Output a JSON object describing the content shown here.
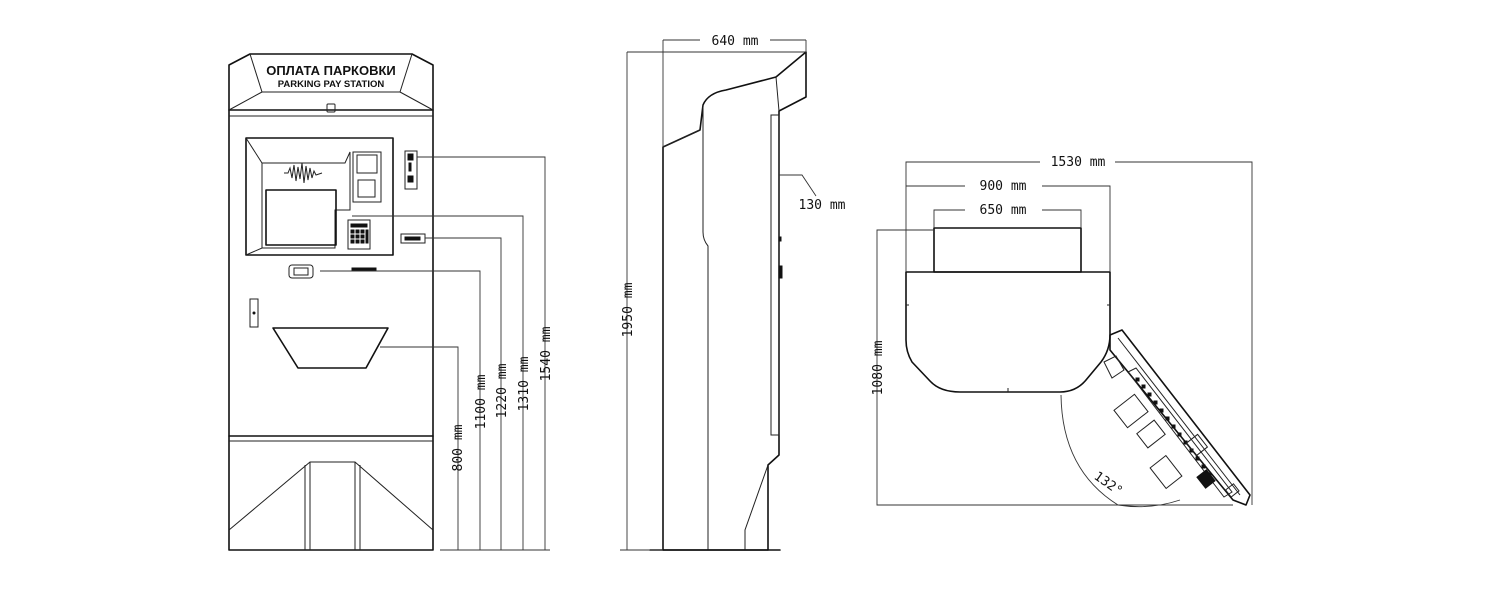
{
  "front_view": {
    "sign_title_ru": "ОПЛАТА ПАРКОВКИ",
    "sign_title_en": "PARKING PAY STATION",
    "dimensions": {
      "h_800": "800 mm",
      "h_1100": "1100 mm",
      "h_1220": "1220 mm",
      "h_1310": "1310 mm",
      "h_1540": "1540 mm"
    }
  },
  "side_view": {
    "dimensions": {
      "depth": "640 mm",
      "overhang": "130 mm",
      "height": "1950 mm"
    }
  },
  "top_view": {
    "dimensions": {
      "total_width": "1530 mm",
      "body_width": "900 mm",
      "top_width": "650 mm",
      "depth": "1080 mm",
      "door_angle": "132°"
    }
  }
}
